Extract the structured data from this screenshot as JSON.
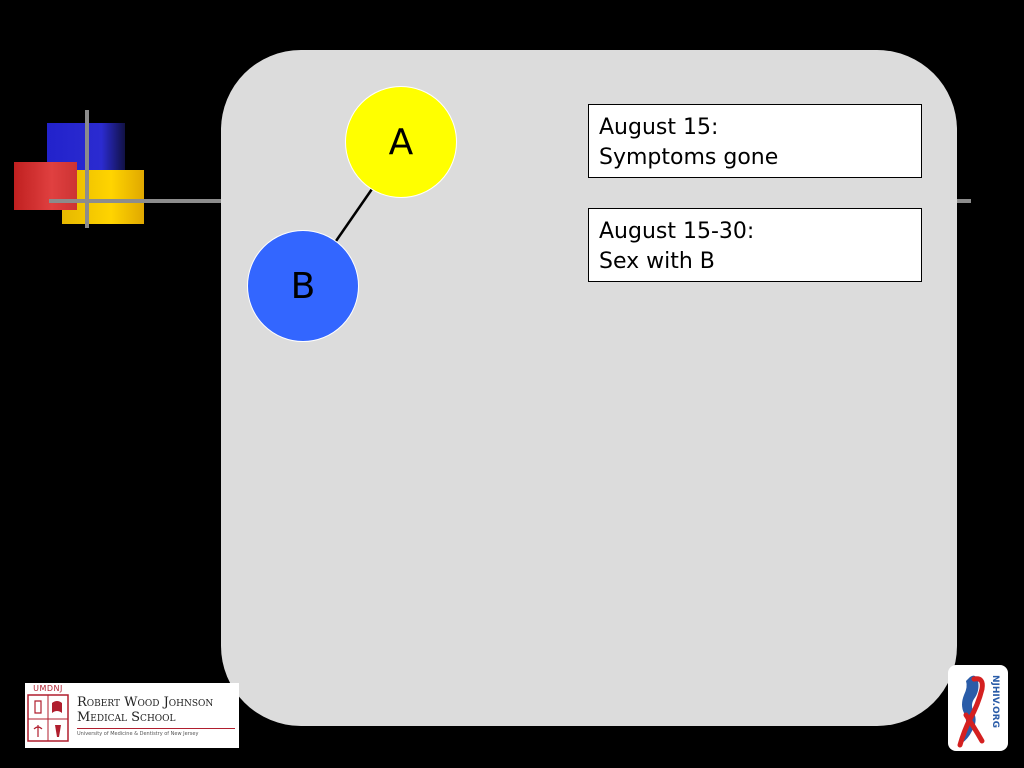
{
  "nodes": [
    {
      "id": "A",
      "label": "A",
      "color": "#ffff00"
    },
    {
      "id": "B",
      "label": "B",
      "color": "#3366ff"
    }
  ],
  "edges": [
    {
      "from": "A",
      "to": "B"
    }
  ],
  "notes": [
    {
      "line1": "August 15:",
      "line2": "Symptoms gone"
    },
    {
      "line1": "August 15-30:",
      "line2": "Sex with B"
    }
  ],
  "logos": {
    "rwj": {
      "umdnj": "UMDNJ",
      "name_line1": "Robert Wood Johnson",
      "name_line2": "Medical School",
      "subtitle": "University of Medicine & Dentistry of New Jersey"
    },
    "njhiv": {
      "text": "NJHIV.ORG"
    }
  },
  "colors": {
    "background": "#000000",
    "panel": "#dcdcdc",
    "accent_red": "#b01e2e"
  }
}
